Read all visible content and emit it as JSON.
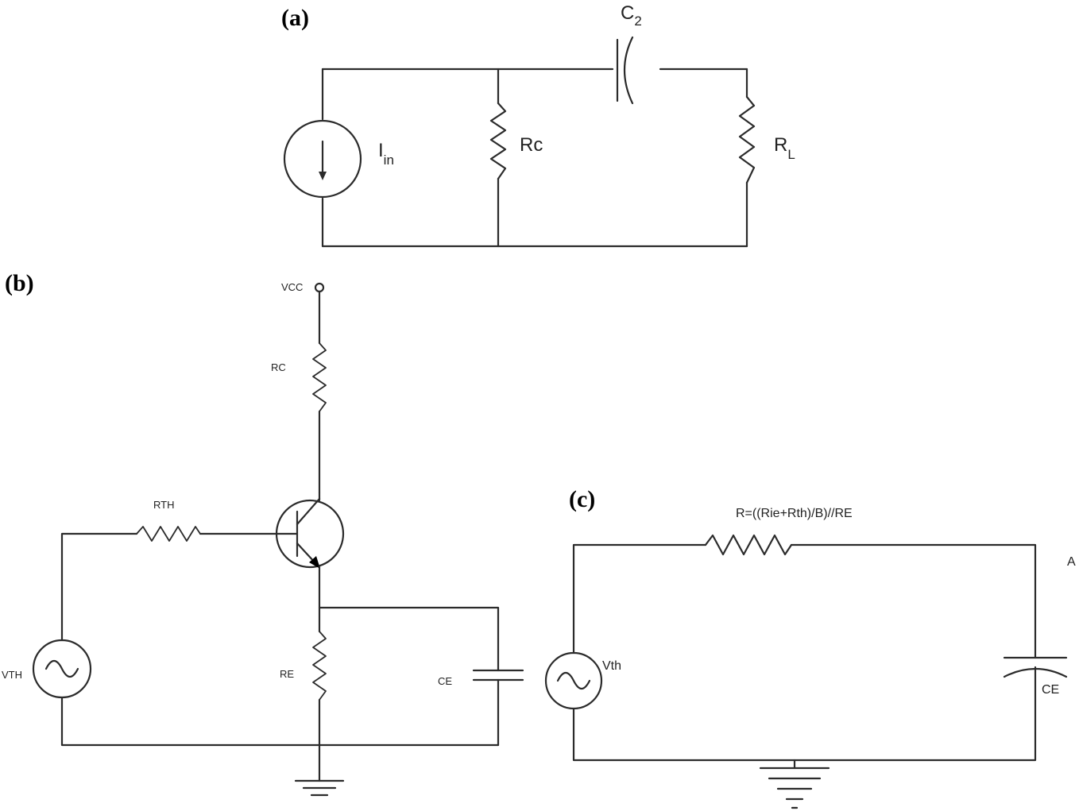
{
  "panels": {
    "a": {
      "label": "(a)",
      "current_source": {
        "main": "I",
        "sub": "in"
      },
      "rc": "Rc",
      "capacitor": {
        "main": "C",
        "sub": "2"
      },
      "load": {
        "main": "R",
        "sub": "L"
      }
    },
    "b": {
      "label": "(b)",
      "vcc": "VCC",
      "rc": "RC",
      "rth": "RTH",
      "vth": "VTH",
      "re": "RE",
      "ce": "CE"
    },
    "c": {
      "label": "(c)",
      "resistor_formula": "R=((Rie+Rth)/B)//RE",
      "node": "A",
      "source": "Vth",
      "capacitor": "CE"
    }
  },
  "colors": {
    "wire": "#2b2b2b",
    "background": "#ffffff"
  }
}
